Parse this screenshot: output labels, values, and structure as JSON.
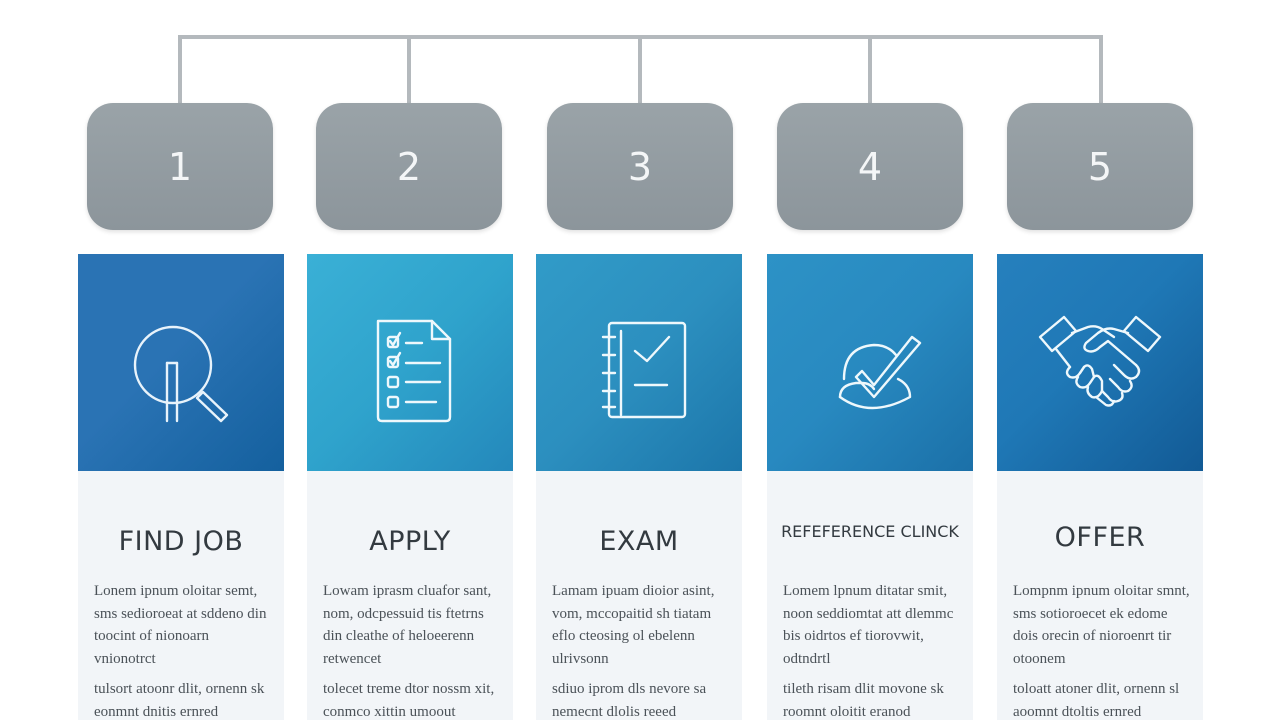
{
  "steps": [
    {
      "number": "1",
      "title": "FIND JOB",
      "icon": "magnifier-icon",
      "panel_color_top": "#2a73b4",
      "panel_color_bottom": "#14609e",
      "paragraphs": [
        "Lonem ipnum oloitar semt, sms sedioroeat at sddeno din toocint of nionoarn vnionotrct",
        "tulsort atoonr dlit, ornenn sk eonmnt dnitis ernred"
      ]
    },
    {
      "number": "2",
      "title": "APPLY",
      "icon": "checklist-document-icon",
      "panel_color_top": "#2fa3cc",
      "panel_color_bottom": "#2b8fc0",
      "paragraphs": [
        "Lowam iprasm cluafor sant, nom, odcpessuid tis ftetrns din cleathe of heloeerenn retwencet",
        "tolecet treme dtor nossm xit, conmco xittin umoout"
      ]
    },
    {
      "number": "3",
      "title": "EXAM",
      "icon": "notebook-check-icon",
      "panel_color_top": "#2c8fbf",
      "panel_color_bottom": "#1f7cb0",
      "paragraphs": [
        "Lamam ipuam dioior asint, vom, mccopaitid sh tiatam eflo cteosing ol ebelenn ulrivsonn",
        "sdiuo iprom dls nevore sa nemecnt dlolis reeed"
      ]
    },
    {
      "number": "4",
      "title": "REFEFERENCE CLINCK",
      "icon": "approval-check-icon",
      "panel_color_top": "#2889c0",
      "panel_color_bottom": "#1d75ad",
      "paragraphs": [
        "Lomem lpnum ditatar smit, noon seddiomtat att dlemmc bis oidrtos ef tiorovwit, odtndrtl",
        "tileth risam dlit movone sk roomnt oloitit eranod"
      ]
    },
    {
      "number": "5",
      "title": "OFFER",
      "icon": "handshake-icon",
      "panel_color_top": "#1f78b6",
      "panel_color_bottom": "#135e99",
      "paragraphs": [
        "Lompnm ipnum oloitar smnt, sms sotioroecet ek edome dois orecin of nioroenrt tir otoonem",
        "toloatt atoner dlit, ornenn sl aoomnt dtoltis ernred"
      ]
    }
  ]
}
